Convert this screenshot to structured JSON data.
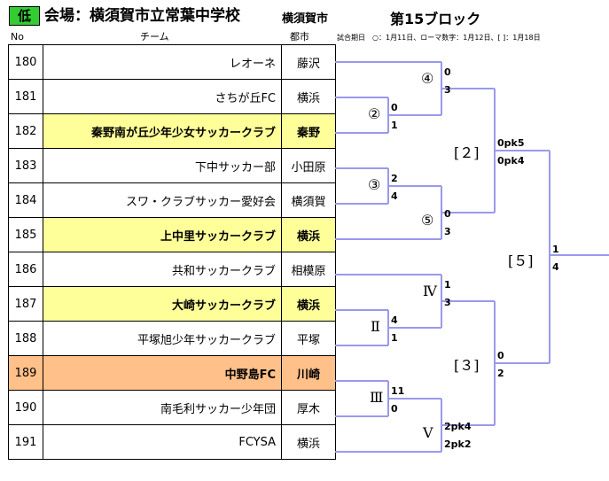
{
  "header": {
    "level": "低",
    "venue": "会場：横須賀市立常葉中学校",
    "city": "横須賀市",
    "block": "第15ブロック"
  },
  "columns": {
    "no": "No",
    "team": "チーム",
    "city": "都市"
  },
  "legend": "試合期日　○：1月11日、ローマ数字：1月12日、[ ]：1月18日",
  "teams": [
    {
      "no": "180",
      "name": "レオーネ",
      "city": "藤沢"
    },
    {
      "no": "181",
      "name": "さちが丘FC",
      "city": "横浜"
    },
    {
      "no": "182",
      "name": "秦野南が丘少年少女サッカークラブ",
      "city": "秦野"
    },
    {
      "no": "183",
      "name": "下中サッカー部",
      "city": "小田原"
    },
    {
      "no": "184",
      "name": "スワ・クラブサッカー愛好会",
      "city": "横須賀"
    },
    {
      "no": "185",
      "name": "上中里サッカークラブ",
      "city": "横浜"
    },
    {
      "no": "186",
      "name": "共和サッカークラブ",
      "city": "相模原"
    },
    {
      "no": "187",
      "name": "大崎サッカークラブ",
      "city": "横浜"
    },
    {
      "no": "188",
      "name": "平塚旭少年サッカークラブ",
      "city": "平塚"
    },
    {
      "no": "189",
      "name": "中野島FC",
      "city": "川崎"
    },
    {
      "no": "190",
      "name": "南毛利サッカー少年団",
      "city": "厚木"
    },
    {
      "no": "191",
      "name": "FCYSA",
      "city": "横浜"
    }
  ],
  "row_highlight": [
    "",
    "",
    "yellow",
    "",
    "",
    "yellow",
    "",
    "yellow",
    "",
    "orange",
    "",
    ""
  ],
  "colors": {
    "bracket_line": "#9999ee",
    "yellow": "#ffff99",
    "orange": "#ffc08a",
    "badge": "#33cc33"
  },
  "matches": {
    "m2": {
      "label": "②",
      "top": "0",
      "bottom": "1"
    },
    "m4": {
      "label": "④",
      "top": "0",
      "bottom": "3"
    },
    "m3": {
      "label": "③",
      "top": "2",
      "bottom": "4"
    },
    "m5": {
      "label": "⑤",
      "top": "0",
      "bottom": "3"
    },
    "mII": {
      "label": "Ⅱ",
      "top": "4",
      "bottom": "1"
    },
    "mIV": {
      "label": "Ⅳ",
      "top": "1",
      "bottom": "3"
    },
    "mIII": {
      "label": "Ⅲ",
      "top": "11",
      "bottom": "0"
    },
    "mV": {
      "label": "Ⅴ",
      "top": "2pk4",
      "bottom": "2pk2"
    },
    "b2": {
      "label": "[２]",
      "top": "0pk5",
      "bottom": "0pk4"
    },
    "b3": {
      "label": "[３]",
      "top": "0",
      "bottom": "2"
    },
    "b5": {
      "label": "[５]",
      "top": "1",
      "bottom": "4"
    }
  }
}
